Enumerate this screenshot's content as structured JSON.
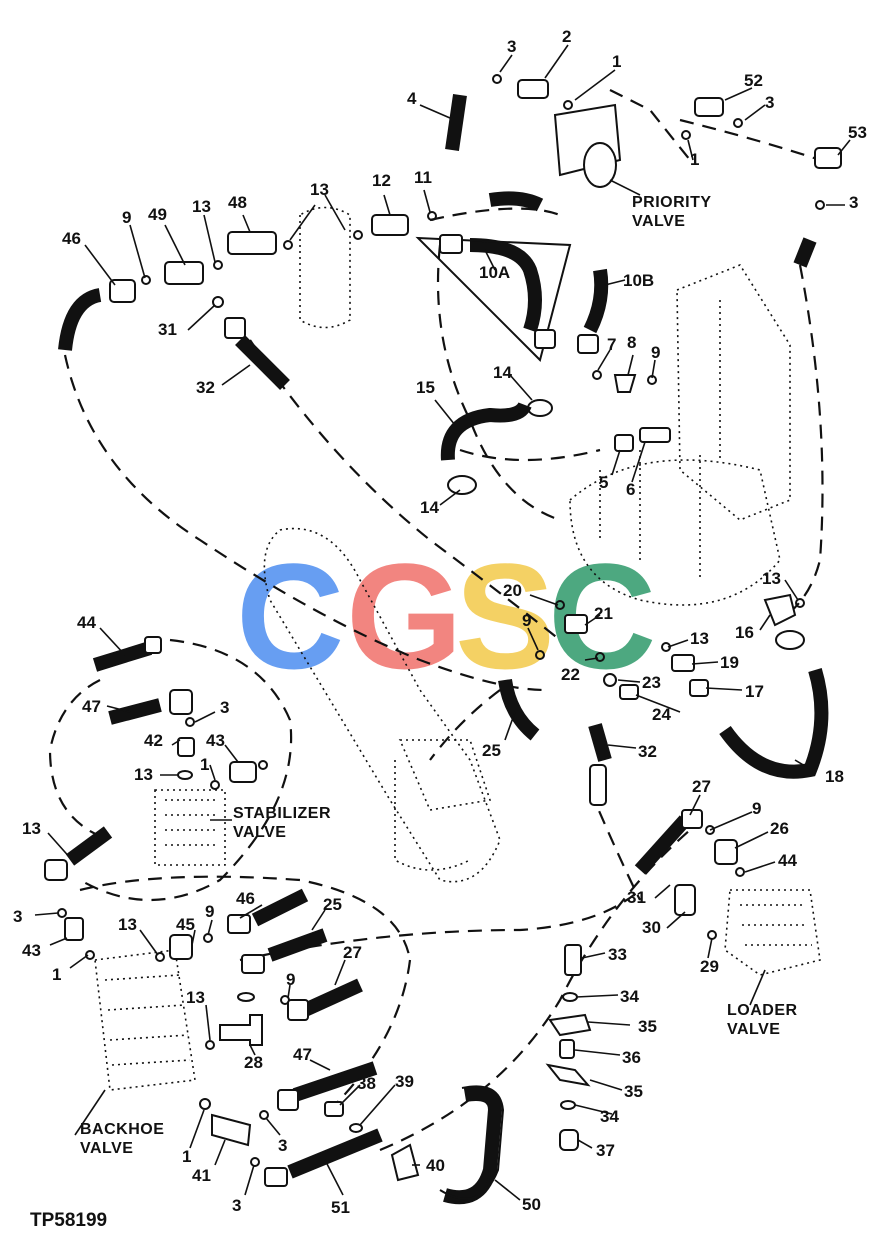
{
  "figure_code": "TP58199",
  "watermark": {
    "letters": [
      "C",
      "G",
      "S",
      "C"
    ],
    "colors": [
      "#4d8ef0",
      "#f0706a",
      "#f3c94a",
      "#2f9a6a"
    ]
  },
  "components": {
    "priority_valve": [
      "PRIORITY",
      "VALVE"
    ],
    "stabilizer_valve": [
      "STABILIZER",
      "VALVE"
    ],
    "loader_valve": [
      "LOADER",
      "VALVE"
    ],
    "backhoe_valve": [
      "BACKHOE",
      "VALVE"
    ]
  },
  "callouts": [
    "3",
    "2",
    "1",
    "52",
    "3",
    "4",
    "53",
    "1",
    "3",
    "12",
    "11",
    "13",
    "48",
    "13",
    "49",
    "9",
    "46",
    "10A",
    "10B",
    "31",
    "7",
    "8",
    "9",
    "32",
    "14",
    "15",
    "5",
    "6",
    "14",
    "20",
    "13",
    "21",
    "9",
    "16",
    "22",
    "13",
    "19",
    "23",
    "17",
    "24",
    "44",
    "25",
    "32",
    "18",
    "47",
    "3",
    "42",
    "43",
    "13",
    "1",
    "27",
    "9",
    "26",
    "13",
    "44",
    "31",
    "30",
    "3",
    "13",
    "45",
    "9",
    "46",
    "25",
    "43",
    "29",
    "1",
    "27",
    "9",
    "33",
    "34",
    "13",
    "35",
    "28",
    "36",
    "47",
    "38",
    "39",
    "35",
    "34",
    "1",
    "41",
    "3",
    "37",
    "40",
    "3",
    "51",
    "50"
  ]
}
